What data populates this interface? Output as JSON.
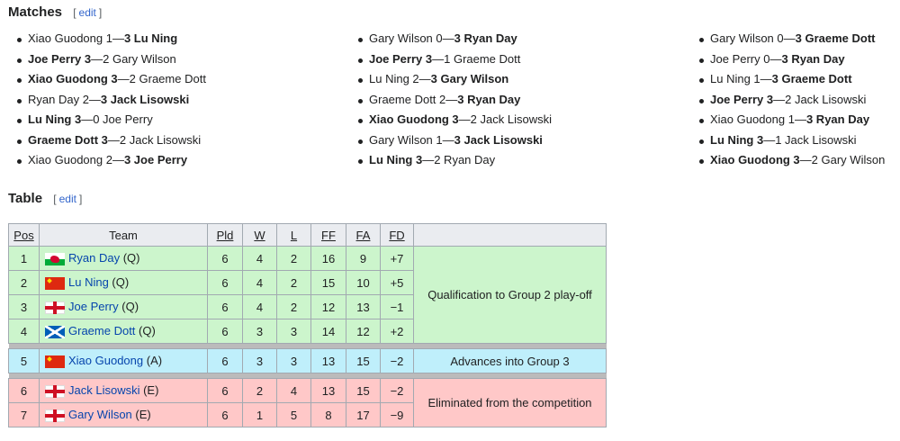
{
  "matches_section": {
    "title": "Matches",
    "edit_label": "edit"
  },
  "table_section": {
    "title": "Table",
    "edit_label": "edit"
  },
  "matches_columns": [
    [
      {
        "home": "Xiao Guodong",
        "hs": "1",
        "as": "3",
        "away": "Lu Ning",
        "winner": "away"
      },
      {
        "home": "Joe Perry",
        "hs": "3",
        "as": "2",
        "away": "Gary Wilson",
        "winner": "home"
      },
      {
        "home": "Xiao Guodong",
        "hs": "3",
        "as": "2",
        "away": "Graeme Dott",
        "winner": "home"
      },
      {
        "home": "Ryan Day",
        "hs": "2",
        "as": "3",
        "away": "Jack Lisowski",
        "winner": "away"
      },
      {
        "home": "Lu Ning",
        "hs": "3",
        "as": "0",
        "away": "Joe Perry",
        "winner": "home"
      },
      {
        "home": "Graeme Dott",
        "hs": "3",
        "as": "2",
        "away": "Jack Lisowski",
        "winner": "home"
      },
      {
        "home": "Xiao Guodong",
        "hs": "2",
        "as": "3",
        "away": "Joe Perry",
        "winner": "away"
      }
    ],
    [
      {
        "home": "Gary Wilson",
        "hs": "0",
        "as": "3",
        "away": "Ryan Day",
        "winner": "away"
      },
      {
        "home": "Joe Perry",
        "hs": "3",
        "as": "1",
        "away": "Graeme Dott",
        "winner": "home"
      },
      {
        "home": "Lu Ning",
        "hs": "2",
        "as": "3",
        "away": "Gary Wilson",
        "winner": "away"
      },
      {
        "home": "Graeme Dott",
        "hs": "2",
        "as": "3",
        "away": "Ryan Day",
        "winner": "away"
      },
      {
        "home": "Xiao Guodong",
        "hs": "3",
        "as": "2",
        "away": "Jack Lisowski",
        "winner": "home"
      },
      {
        "home": "Gary Wilson",
        "hs": "1",
        "as": "3",
        "away": "Jack Lisowski",
        "winner": "away"
      },
      {
        "home": "Lu Ning",
        "hs": "3",
        "as": "2",
        "away": "Ryan Day",
        "winner": "home"
      }
    ],
    [
      {
        "home": "Gary Wilson",
        "hs": "0",
        "as": "3",
        "away": "Graeme Dott",
        "winner": "away"
      },
      {
        "home": "Joe Perry",
        "hs": "0",
        "as": "3",
        "away": "Ryan Day",
        "winner": "away"
      },
      {
        "home": "Lu Ning",
        "hs": "1",
        "as": "3",
        "away": "Graeme Dott",
        "winner": "away"
      },
      {
        "home": "Joe Perry",
        "hs": "3",
        "as": "2",
        "away": "Jack Lisowski",
        "winner": "home"
      },
      {
        "home": "Xiao Guodong",
        "hs": "1",
        "as": "3",
        "away": "Ryan Day",
        "winner": "away"
      },
      {
        "home": "Lu Ning",
        "hs": "3",
        "as": "1",
        "away": "Jack Lisowski",
        "winner": "home"
      },
      {
        "home": "Xiao Guodong",
        "hs": "3",
        "as": "2",
        "away": "Gary Wilson",
        "winner": "home"
      }
    ]
  ],
  "table": {
    "headers": {
      "pos": "Pos",
      "team": "Team",
      "pld": "Pld",
      "w": "W",
      "l": "L",
      "ff": "FF",
      "fa": "FA",
      "fd": "FD"
    },
    "rows": [
      {
        "pos": "1",
        "flag": "wales-flag",
        "team": "Ryan Day",
        "status": "(Q)",
        "pld": "6",
        "w": "4",
        "l": "2",
        "ff": "16",
        "fa": "9",
        "fd": "+7"
      },
      {
        "pos": "2",
        "flag": "china-flag",
        "team": "Lu Ning",
        "status": "(Q)",
        "pld": "6",
        "w": "4",
        "l": "2",
        "ff": "15",
        "fa": "10",
        "fd": "+5"
      },
      {
        "pos": "3",
        "flag": "england-flag",
        "team": "Joe Perry",
        "status": "(Q)",
        "pld": "6",
        "w": "4",
        "l": "2",
        "ff": "12",
        "fa": "13",
        "fd": "−1"
      },
      {
        "pos": "4",
        "flag": "scotland-flag",
        "team": "Graeme Dott",
        "status": "(Q)",
        "pld": "6",
        "w": "3",
        "l": "3",
        "ff": "14",
        "fa": "12",
        "fd": "+2"
      },
      {
        "pos": "5",
        "flag": "china-flag",
        "team": "Xiao Guodong",
        "status": "(A)",
        "pld": "6",
        "w": "3",
        "l": "3",
        "ff": "13",
        "fa": "15",
        "fd": "−2"
      },
      {
        "pos": "6",
        "flag": "england-flag",
        "team": "Jack Lisowski",
        "status": "(E)",
        "pld": "6",
        "w": "2",
        "l": "4",
        "ff": "13",
        "fa": "15",
        "fd": "−2"
      },
      {
        "pos": "7",
        "flag": "england-flag",
        "team": "Gary Wilson",
        "status": "(E)",
        "pld": "6",
        "w": "1",
        "l": "5",
        "ff": "8",
        "fa": "17",
        "fd": "−9"
      }
    ],
    "notes": {
      "qualification": "Qualification to Group 2 play-off",
      "advances": "Advances into Group 3",
      "eliminated": "Eliminated from the competition"
    },
    "colors": {
      "qualified": "#ccf5cc",
      "advances": "#bfeffb",
      "eliminated": "#ffc8c8"
    }
  }
}
